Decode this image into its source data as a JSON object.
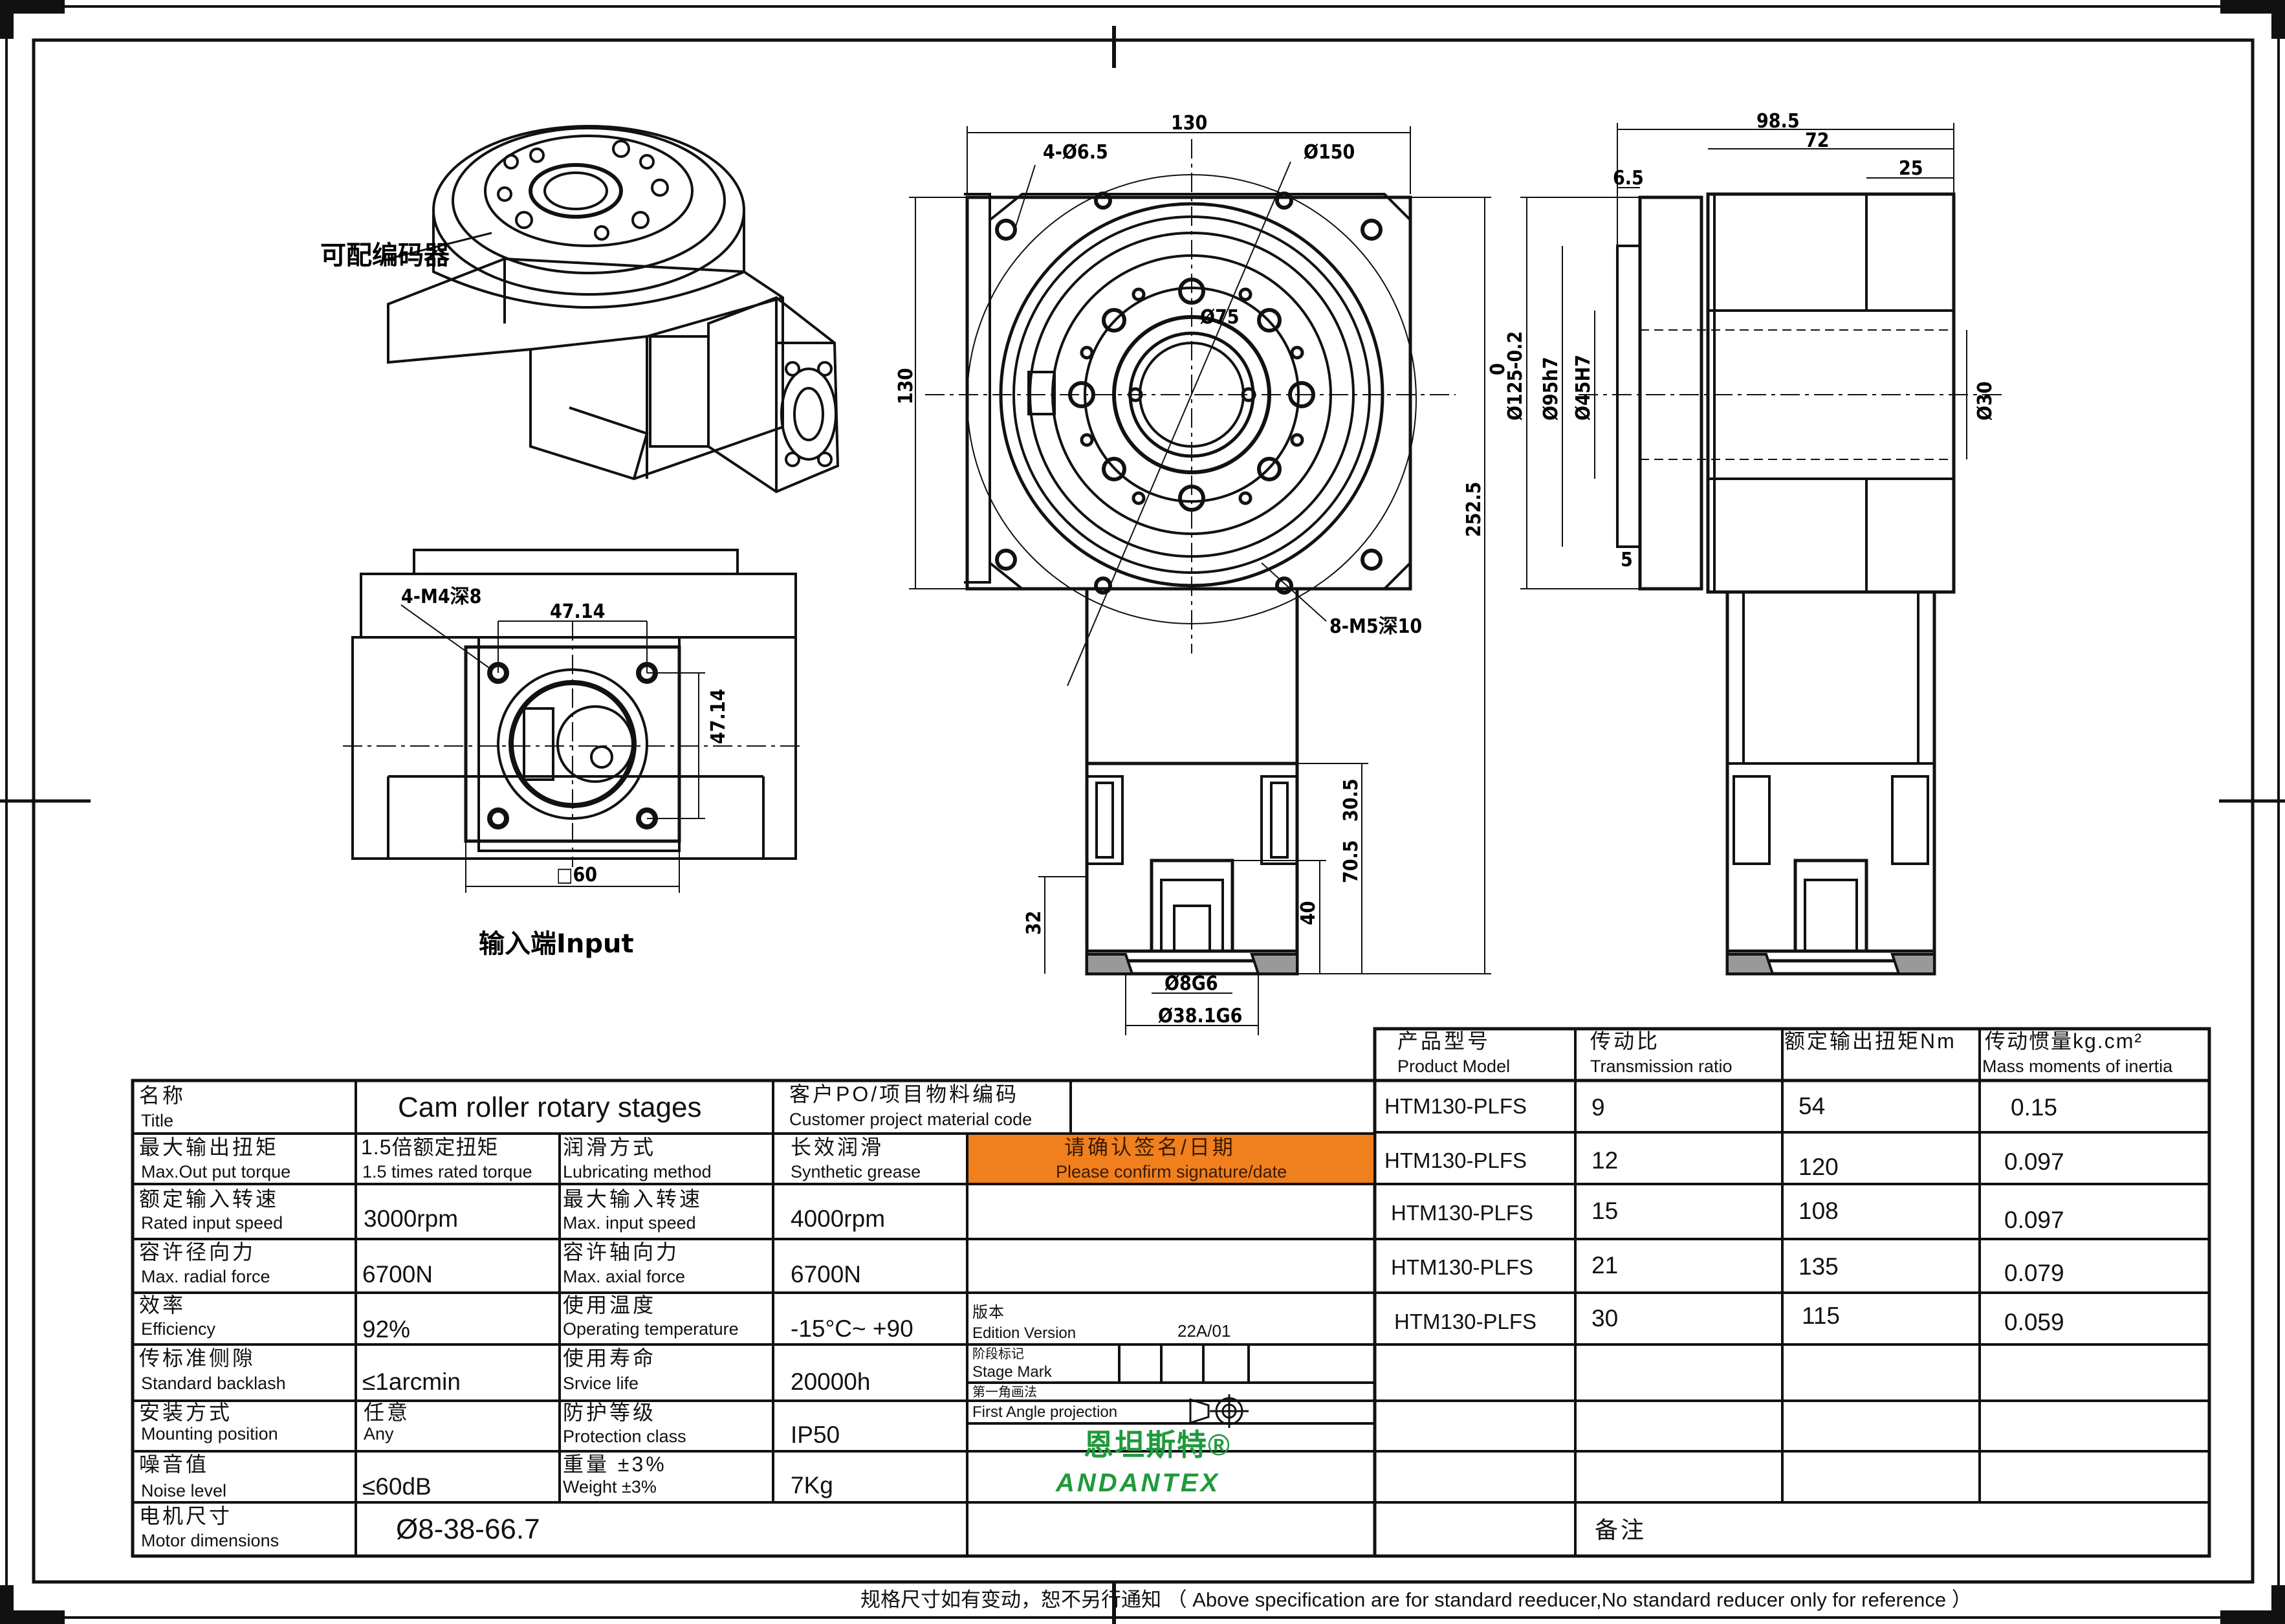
{
  "views": {
    "iso_label": "可配编码器",
    "input_label": "输入端Input"
  },
  "dimensions": {
    "front_width": "130",
    "front_height": "130",
    "holes_4": "4-Ø6.5",
    "dia_150": "Ø150",
    "dia_75": "Ø75",
    "total_height": "252.5",
    "m5": "8-M5深10",
    "d8": "Ø8G6",
    "d38": "Ø38.1G6",
    "h305": "30.5",
    "h705": "70.5",
    "h40": "40",
    "h32": "32",
    "side_985": "98.5",
    "side_72": "72",
    "side_25": "25",
    "side_65": "6.5",
    "side_5": "5",
    "d125": "Ø125-0.2",
    "d125_upper": "0",
    "d95": "Ø95h7",
    "d45": "Ø45H7",
    "d30": "Ø30",
    "in_m4": "4-M4深8",
    "in_4714a": "47.14",
    "in_4714b": "47.14",
    "in_sq60": "□60"
  },
  "titleblock": {
    "name_zh": "名称",
    "name_en": "Title",
    "name_val": "Cam roller rotary stages",
    "po_zh": "客户PO/项目物料编码",
    "po_en": "Customer project material code",
    "maxtorque_zh": "最大输出扭矩",
    "maxtorque_en": "Max.Out put torque",
    "maxtorque_val_zh": "1.5倍额定扭矩",
    "maxtorque_val_en": "1.5 times rated torque",
    "lube_zh": "润滑方式",
    "lube_en": "Lubricating method",
    "lube_val_zh": "长效润滑",
    "lube_val_en": "Synthetic grease",
    "confirm_zh": "请确认签名/日期",
    "confirm_en": "Please confirm signature/date",
    "rin_zh": "额定输入转速",
    "rin_en": "Rated input speed",
    "rin_val": "3000rpm",
    "min_zh": "最大输入转速",
    "min_en": "Max. input speed",
    "min_val": "4000rpm",
    "rad_zh": "容许径向力",
    "rad_en": "Max. radial force",
    "rad_val": "6700N",
    "ax_zh": "容许轴向力",
    "ax_en": "Max. axial force",
    "ax_val": "6700N",
    "eff_zh": "效率",
    "eff_en": "Efficiency",
    "eff_val": "92%",
    "temp_zh": "使用温度",
    "temp_en": "Operating temperature",
    "temp_val": "-15°C~ +90",
    "ver_zh": "版本",
    "ver_en": "Edition Version",
    "ver_val": "22A/01",
    "back_zh": "传标准侧隙",
    "back_en": "Standard backlash",
    "back_val": "≤1arcmin",
    "life_zh": "使用寿命",
    "life_en": "Srvice life",
    "life_val": "20000h",
    "stage_zh": "阶段标记",
    "stage_en": "Stage Mark",
    "mount_zh": "安装方式",
    "mount_en": "Mounting position",
    "mount_val_zh": "任意",
    "mount_val_en": "Any",
    "prot_zh": "防护等级",
    "prot_en": "Protection class",
    "prot_val": "IP50",
    "proj_zh": "第一角画法",
    "proj_en": "First Angle projection",
    "noise_zh": "噪音值",
    "noise_en": "Noise level",
    "noise_val": "≤60dB",
    "wt_zh": "重量 ±3%",
    "wt_en": "Weight ±3%",
    "wt_val": "7Kg",
    "brand_zh": "恩坦斯特®",
    "brand_en": "ANDANTEX",
    "motor_zh": "电机尺寸",
    "motor_en": "Motor dimensions",
    "motor_val": "Ø8-38-66.7",
    "remark_zh": "备注"
  },
  "spec": {
    "headers": [
      {
        "zh": "产品型号",
        "en": "Product Model"
      },
      {
        "zh": "传动比",
        "en": "Transmission ratio"
      },
      {
        "zh": "额定输出扭矩Nm",
        "en": ""
      },
      {
        "zh": "传动惯量kg.cm²",
        "en": "Mass moments of inertia"
      }
    ],
    "rows": [
      {
        "model": "HTM130-PLFS",
        "ratio": "9",
        "torque": "54",
        "inertia": "0.15"
      },
      {
        "model": "HTM130-PLFS",
        "ratio": "12",
        "torque": "120",
        "inertia": "0.097"
      },
      {
        "model": "HTM130-PLFS",
        "ratio": "15",
        "torque": "108",
        "inertia": "0.097"
      },
      {
        "model": "HTM130-PLFS",
        "ratio": "21",
        "torque": "135",
        "inertia": "0.079"
      },
      {
        "model": "HTM130-PLFS",
        "ratio": "30",
        "torque": "115",
        "inertia": "0.059"
      }
    ]
  },
  "footer": "规格尺寸如有变动，恕不另行通知 （ Above specification are for standard reeducer,No standard reducer only for reference ）",
  "colors": {
    "accent_orange": "#f07f1e",
    "brand_green": "#1f9a3c",
    "line": "#111111"
  }
}
